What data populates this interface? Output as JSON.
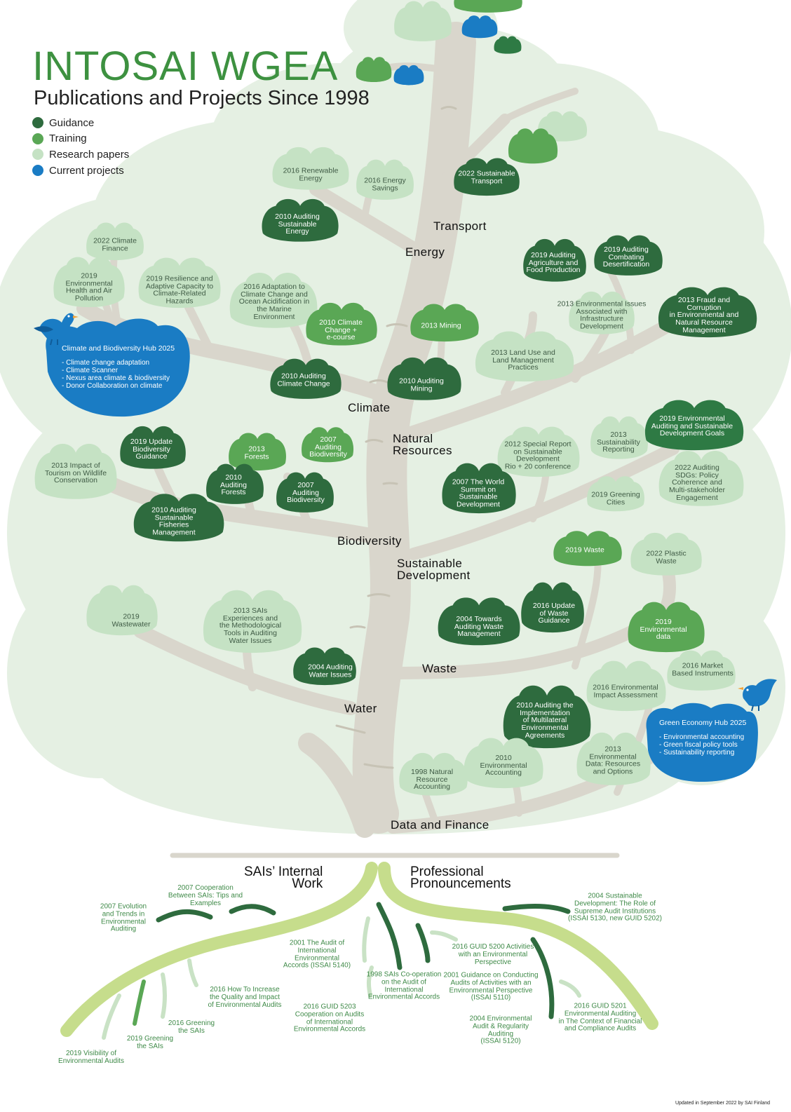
{
  "header": {
    "title": "INTOSAI WGEA",
    "subtitle": "Publications and Projects Since 1998"
  },
  "legend": [
    {
      "label": "Guidance",
      "color": "#2e6b3e"
    },
    {
      "label": "Training",
      "color": "#5aa755"
    },
    {
      "label": "Research papers",
      "color": "#c5e2c4"
    },
    {
      "label": "Current projects",
      "color": "#1a7cc4"
    }
  ],
  "colors": {
    "background_foliage": "#e5f0e3",
    "trunk": "#d9d6cc",
    "roots": "#c6dd8c",
    "roots_dark": "#2e6b3e",
    "roots_light": "#c9e2c5"
  },
  "branches": {
    "transport": "Transport",
    "energy": "Energy",
    "climate": "Climate",
    "natural_resources": "Natural\nResources",
    "biodiversity": "Biodiversity",
    "sustainable_development": "Sustainable\nDevelopment",
    "waste": "Waste",
    "water": "Water",
    "data_finance": "Data and Finance"
  },
  "leaves": {
    "renewable_energy": "2016 Renewable\nEnergy",
    "energy_savings": "2016 Energy\nSavings",
    "sustainable_transport": "2022 Sustainable\nTransport",
    "auditing_sustainable_energy": "2010 Auditing\nSustainable\nEnergy",
    "climate_finance": "2022 Climate\nFinance",
    "env_health_air": "2019\nEnvironmental\nHealth and Air\nPollution",
    "resilience": "2019 Resilience and\nAdaptive Capacity to\nClimate-Related\nHazards",
    "adaptation_ocean": "2016 Adaptation to\nClimate Change and\nOcean Acidification in\nthe Marine\nEnvironment",
    "climate_ecourse": "2010 Climate\nChange +\ne-course",
    "auditing_climate_change": "2010 Auditing\nClimate Change",
    "mining_2013": "2013 Mining",
    "auditing_mining": "2010 Auditing\nMining",
    "land_use": "2013 Land Use and\nLand Management\nPractices",
    "agriculture_food": "2019 Auditing\nAgriculture and\nFood Production",
    "desertification": "2019 Auditing\nCombating\nDesertification",
    "infrastructure": "2013 Environmental Issues\nAssociated with\nInfrastructure\nDevelopment",
    "fraud_corruption": "2013 Fraud and Corruption\nin Environmental and\nNatural Resource\nManagement",
    "biodiversity_update": "2019 Update\nBiodiversity\nGuidance",
    "forests_2013": "2013\nForests",
    "biodiversity_2007a": "2007\nAuditing\nBiodiversity",
    "tourism_wildlife": "2013 Impact of\nTourism on Wildlife\nConservation",
    "auditing_forests": "2010\nAuditing\nForests",
    "biodiversity_2007b": "2007\nAuditing\nBiodiversity",
    "fisheries": "2010 Auditing\nSustainable\nFisheries\nManagement",
    "rio_report": "2012 Special Report\non Sustainable\nDevelopment\nRio + 20 conference",
    "world_summit": "2007 The World\nSummit on\nSustainable\nDevelopment",
    "sustainability_reporting": "2013\nSustainability\nReporting",
    "sdgs_2019": "2019 Environmental\nAuditing and Sustainable\nDevelopment Goals",
    "greening_cities": "2019 Greening\nCities",
    "sdgs_policy": "2022 Auditing\nSDGs: Policy\nCoherence and\nMulti-stakeholder\nEngagement",
    "waste_2019": "2019 Waste",
    "plastic_waste": "2022 Plastic\nWaste",
    "wastewater": "2019\nWastewater",
    "sai_water": "2013 SAIs\nExperiences and\nthe Methodological\nTools in Auditing\nWater Issues",
    "waste_update": "2016 Update\nof Waste\nGuidance",
    "waste_management": "2004 Towards\nAuditing Waste\nManagement",
    "env_data_2019": "2019\nEnvironmental\ndata",
    "water_issues": "2004 Auditing\nWater Issues",
    "market_instruments": "2016 Market\nBased Instruments",
    "eia": "2016 Environmental\nImpact Assessment",
    "multilateral": "2010 Auditing the\nImplementation\nof Multilateral\nEnvironmental\nAgreements",
    "env_accounting": "2010\nEnvironmental\nAccounting",
    "natural_resource_accounting": "1998 Natural\nResource\nAccounting",
    "env_data_2013": "2013\nEnvironmental\nData: Resources\nand Options"
  },
  "hubs": {
    "climate": {
      "title": "Climate and Biodiversity Hub 2025",
      "items": [
        "- Climate change adaptation",
        "- Climate Scanner",
        "- Nexus area climate & biodiversity",
        "- Donor Collaboration on climate"
      ]
    },
    "green": {
      "title": "Green Economy Hub 2025",
      "items": [
        "- Environmental accounting",
        "- Green fiscal policy tools",
        "- Sustainability reporting"
      ]
    }
  },
  "roots": {
    "left_heading": "SAIs’ Internal\nWork",
    "right_heading": "Professional\nPronouncements",
    "items": {
      "cooperation_2007": "2007 Cooperation\nBetween SAIs: Tips and\nExamples",
      "evolution_2007": "2007 Evolution\nand Trends in\nEnvironmental\nAuditing",
      "how_to_increase": "2016 How To Increase\nthe Quality and Impact\nof Environmental Audits",
      "greening_sais_2016": "2016 Greening\nthe SAIs",
      "greening_sais_2019": "2019 Greening\nthe SAIs",
      "visibility_2019": "2019 Visibility of\nEnvironmental Audits",
      "issai_5140": "2001 The Audit of\nInternational\nEnvironmental\nAccords (ISSAI 5140)",
      "guid_5203": "2016 GUID 5203\nCooperation on Audits\nof International\nEnvironmental Accords",
      "cooperation_1998": "1998 SAIs Co-operation\non the Audit of\nInternational\nEnvironmental Accords",
      "sustainable_dev_2004": "2004 Sustainable\nDevelopment: The Role of\nSupreme Audit Institutions\n(ISSAI 5130, new GUID  5202)",
      "guid_5200": "2016 GUID 5200 Activities\nwith an Environmental\nPerspective",
      "issai_5110": "2001 Guidance on Conducting\nAudits of Activities with an\nEnvironmental Perspective\n(ISSAI 5110)",
      "issai_5120": "2004 Environmental\nAudit & Regularity\nAuditing\n(ISSAI 5120)",
      "guid_5201": "2016 GUID 5201\nEnvironmental Auditing\nin The Context of Financial\nand Compliance Audits"
    }
  },
  "footer": "Updated in September  2022 by SAI Finland"
}
